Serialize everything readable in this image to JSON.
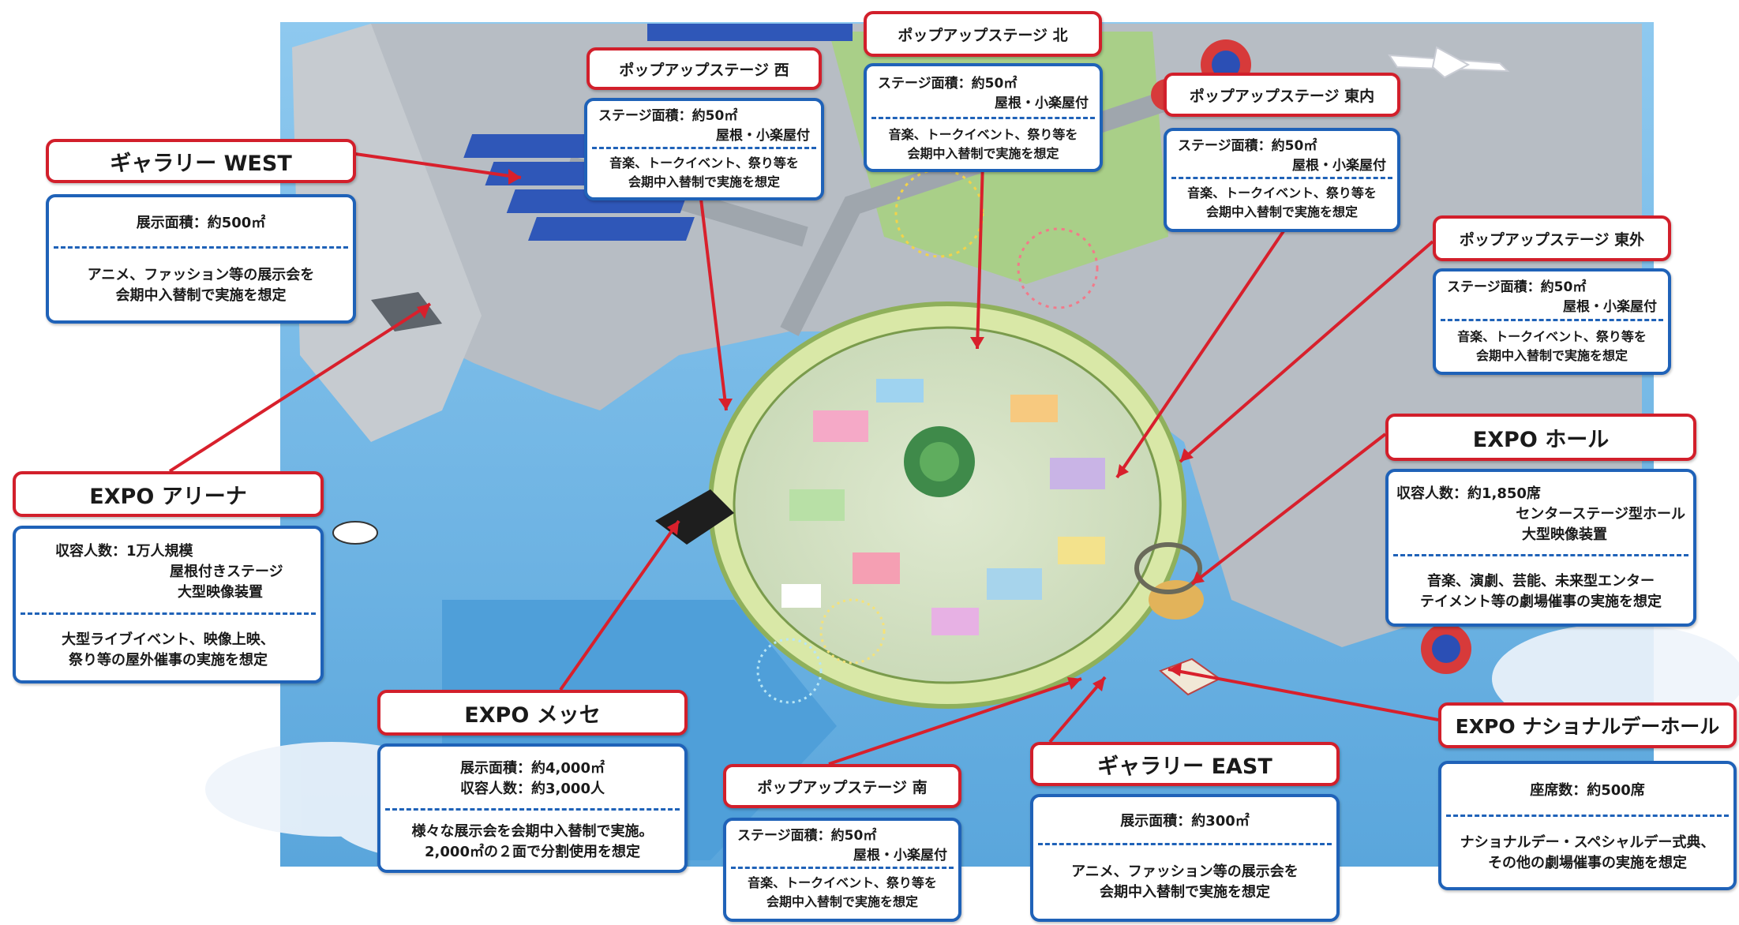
{
  "colors": {
    "title_border": "#d21f2b",
    "info_border": "#1f62b8",
    "leader_line": "#d8202c",
    "water": "#6fb3e3",
    "ring": "#c8dd8a"
  },
  "venues": {
    "gallery_west": {
      "title": "ギャラリー WEST",
      "spec_lines": [
        "展示面積：約500㎡"
      ],
      "desc_lines": [
        "アニメ、ファッション等の展示会を",
        "会期中入替制で実施を想定"
      ]
    },
    "expo_arena": {
      "title": "EXPO アリーナ",
      "spec_lines": [
        "収容人数：1万人規模",
        "屋根付きステージ",
        "大型映像装置"
      ],
      "desc_lines": [
        "大型ライブイベント、映像上映、",
        "祭り等の屋外催事の実施を想定"
      ]
    },
    "expo_messe": {
      "title": "EXPO メッセ",
      "spec_lines": [
        "展示面積：約4,000㎡",
        "収容人数：約3,000人"
      ],
      "desc_lines": [
        "様々な展示会を会期中入替制で実施。",
        "2,000㎡の２面で分割使用を想定"
      ]
    },
    "popup_west": {
      "title": "ポップアップステージ 西",
      "spec_lines": [
        "ステージ面積：約50㎡",
        "屋根・小楽屋付"
      ],
      "desc_lines": [
        "音楽、トークイベント、祭り等を",
        "会期中入替制で実施を想定"
      ]
    },
    "popup_north": {
      "title": "ポップアップステージ 北",
      "spec_lines": [
        "ステージ面積：約50㎡",
        "屋根・小楽屋付"
      ],
      "desc_lines": [
        "音楽、トークイベント、祭り等を",
        "会期中入替制で実施を想定"
      ]
    },
    "popup_east_inner": {
      "title": "ポップアップステージ 東内",
      "spec_lines": [
        "ステージ面積：約50㎡",
        "屋根・小楽屋付"
      ],
      "desc_lines": [
        "音楽、トークイベント、祭り等を",
        "会期中入替制で実施を想定"
      ]
    },
    "popup_east_outer": {
      "title": "ポップアップステージ 東外",
      "spec_lines": [
        "ステージ面積：約50㎡",
        "屋根・小楽屋付"
      ],
      "desc_lines": [
        "音楽、トークイベント、祭り等を",
        "会期中入替制で実施を想定"
      ]
    },
    "popup_south": {
      "title": "ポップアップステージ 南",
      "spec_lines": [
        "ステージ面積：約50㎡",
        "屋根・小楽屋付"
      ],
      "desc_lines": [
        "音楽、トークイベント、祭り等を",
        "会期中入替制で実施を想定"
      ]
    },
    "expo_hall": {
      "title": "EXPO ホール",
      "spec_lines": [
        "収容人数：約1,850席",
        "センターステージ型ホール",
        "大型映像装置"
      ],
      "desc_lines": [
        "音楽、演劇、芸能、未来型エンター",
        "テイメント等の劇場催事の実施を想定"
      ]
    },
    "gallery_east": {
      "title": "ギャラリー EAST",
      "spec_lines": [
        "展示面積：約300㎡"
      ],
      "desc_lines": [
        "アニメ、ファッション等の展示会を",
        "会期中入替制で実施を想定"
      ]
    },
    "national_day_hall": {
      "title": "EXPO ナショナルデーホール",
      "spec_lines": [
        "座席数：約500席"
      ],
      "desc_lines": [
        "ナショナルデー・スペシャルデー式典、",
        "その他の劇場催事の実施を想定"
      ]
    }
  }
}
